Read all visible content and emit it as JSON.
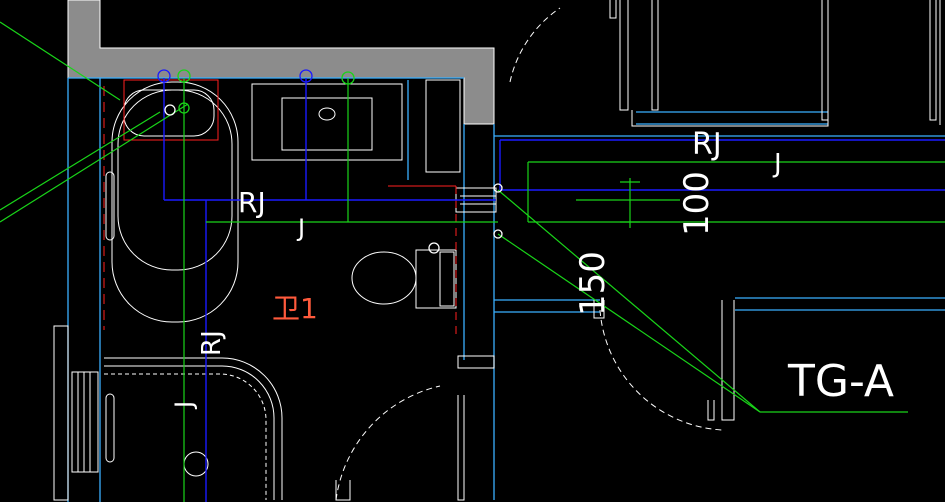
{
  "colors": {
    "background": "#000000",
    "wall_fill": "#8c8c8c",
    "outline": "#ffffff",
    "blue_line": "#1a1aff",
    "cyan_line": "#3ab0ff",
    "green_line": "#19d419",
    "red_line": "#ff2020",
    "orange_text": "#ff5a3c"
  },
  "labels": {
    "rj_top_right": "RJ",
    "j_top_right": "J",
    "rj_mid": "RJ",
    "j_mid": "J",
    "rj_vertical": "RJ",
    "j_vertical": "J",
    "dim_100": "100",
    "dim_150": "150",
    "tg_a": "TG-A",
    "room_mark": "卫1"
  }
}
